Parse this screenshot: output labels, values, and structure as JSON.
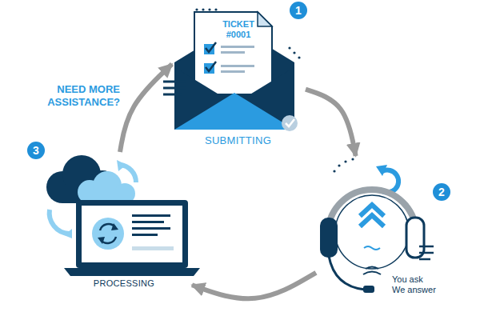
{
  "diagram": {
    "nodes": [
      {
        "text": [
          "TICKET #0001",
          "SUBMITTING"
        ]
      },
      {
        "text": [
          "You ask We answer"
        ]
      },
      {
        "text": [
          "PROCESSING"
        ]
      }
    ],
    "edges": [
      {
        "from": 0,
        "to": 1,
        "arrow": "to"
      },
      {
        "from": 1,
        "to": 2,
        "arrow": "to"
      },
      {
        "from": 2,
        "to": 0,
        "arrow": "to",
        "label": "NEED MORE ASSISTANCE?"
      }
    ],
    "labels": [
      "1",
      "2",
      "3"
    ]
  }
}
